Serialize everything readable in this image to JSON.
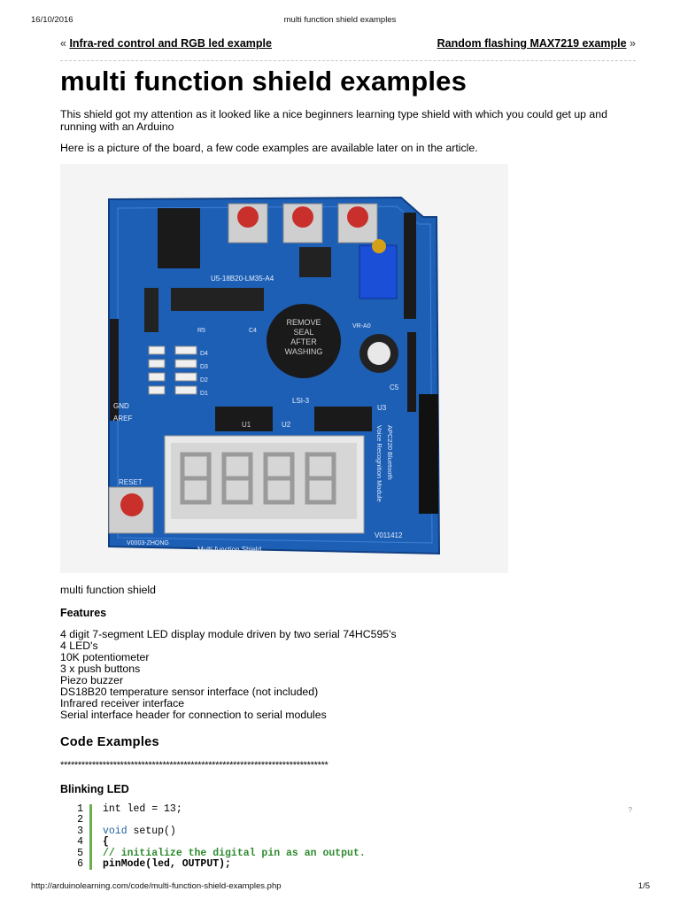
{
  "print_header": {
    "date": "16/10/2016",
    "title": "multi function shield examples"
  },
  "nav": {
    "prev_arrow": "«",
    "prev_label": "Infra-red control and RGB led example",
    "next_label": "Random flashing MAX7219 example",
    "next_arrow": "»"
  },
  "article": {
    "title": "multi function shield examples",
    "intro_1": "This shield got my attention as it looked like a nice beginners learning type shield with which you could get up and running with an Arduino",
    "intro_2": "Here is a picture of the board, a few code examples are available later on in the article.",
    "caption": "multi function shield",
    "features_heading": "Features",
    "features": [
      "4 digit 7-segment LED display module driven by two serial 74HC595's",
      "4 LED's",
      "10K potentiometer",
      "3 x push buttons",
      "Piezo buzzer",
      "DS18B20 temperature sensor interface (not included)",
      "Infrared receiver interface",
      "Serial interface header for connection to serial modules"
    ],
    "code_heading": "Code Examples",
    "separator": "****************************************************************************",
    "blink_heading": "Blinking LED"
  },
  "board_labels": {
    "buzzer_1": "REMOVE",
    "buzzer_2": "SEAL",
    "buzzer_3": "AFTER",
    "buzzer_4": "WASHING",
    "sensor": "U5-18B20-LM35-A4",
    "reset": "RESET",
    "bluetooth_1": "APC220 Bluetooth",
    "bluetooth_2": "Voice Recognition Module",
    "shield_name": "Multi-function Shield",
    "version": "V011412",
    "serial": "V0003-ZHONG",
    "u1": "U1",
    "u2": "U2",
    "u3": "U3",
    "lsi": "LSI-3",
    "c5": "C5",
    "aref": "AREF",
    "gnd": "GND",
    "d1": "D1",
    "d2": "D2",
    "d3": "D3",
    "d4": "D4",
    "r5": "R5",
    "c4": "C4",
    "vr": "VR-A0"
  },
  "code": {
    "help": "?",
    "lines": [
      {
        "n": "1",
        "a": "int led = 13;",
        "kw": "",
        "b": ""
      },
      {
        "n": "2",
        "a": "",
        "kw": "",
        "b": ""
      },
      {
        "n": "3",
        "a": "",
        "kw": "void",
        "b": " setup()"
      },
      {
        "n": "4",
        "a": "{",
        "kw": "",
        "b": ""
      },
      {
        "n": "5",
        "a": "",
        "kw": "",
        "b": "",
        "comment": "// initialize the digital pin as an output."
      },
      {
        "n": "6",
        "a": "pinMode(led, OUTPUT);",
        "kw": "",
        "b": ""
      }
    ]
  },
  "print_footer": {
    "url": "http://arduinolearning.com/code/multi-function-shield-examples.php",
    "page": "1/5"
  },
  "colors": {
    "pcb": "#1d5fb5",
    "button_cap": "#c9302c",
    "code_bar": "#6ab04c",
    "keyword": "#1f5f9f",
    "comment": "#2e8b2e"
  }
}
